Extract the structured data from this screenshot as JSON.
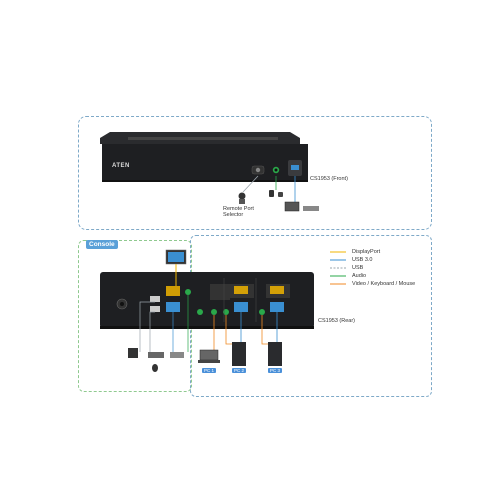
{
  "front": {
    "model_label": "CS1953 (Front)",
    "brand": "ATEN",
    "remote_port_label": "Remote Port\nSelector"
  },
  "rear": {
    "model_label": "CS1953 (Rear)",
    "console_label": "Console"
  },
  "legend": {
    "items": [
      {
        "label": "DisplayPort",
        "color": "#f0b400"
      },
      {
        "label": "USB 3.0",
        "color": "#3a8fd1"
      },
      {
        "label": "USB",
        "color": "#9aa4ab"
      },
      {
        "label": "Audio",
        "color": "#2aa84a"
      },
      {
        "label": "Video / Keyboard / Mouse",
        "color": "#f08a24"
      }
    ]
  },
  "pc_labels": [
    "PC 1",
    "PC 2",
    "PC 3"
  ],
  "colors": {
    "front_box_border": "#7ea9c8",
    "console_box_border": "#8fc98f",
    "device_body": "#1e1f22"
  }
}
